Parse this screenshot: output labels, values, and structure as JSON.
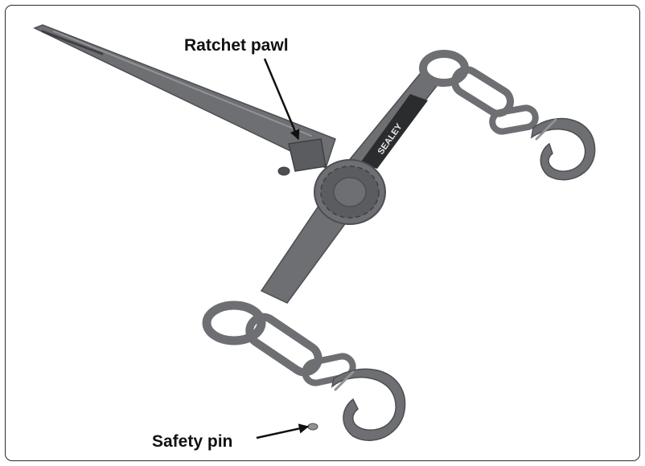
{
  "labels": {
    "ratchet_pawl": "Ratchet pawl",
    "safety_pin": "Safety pin"
  },
  "product_marking": "SEALEY",
  "colors": {
    "metal": "#6d6f72",
    "metal_dark": "#4c4e51",
    "metal_light": "#909295",
    "label_band": "#2b2c2e",
    "leader_line": "#111111",
    "frame_border": "#2a2a2a"
  },
  "icons": [
    "arrow-head-icon"
  ]
}
